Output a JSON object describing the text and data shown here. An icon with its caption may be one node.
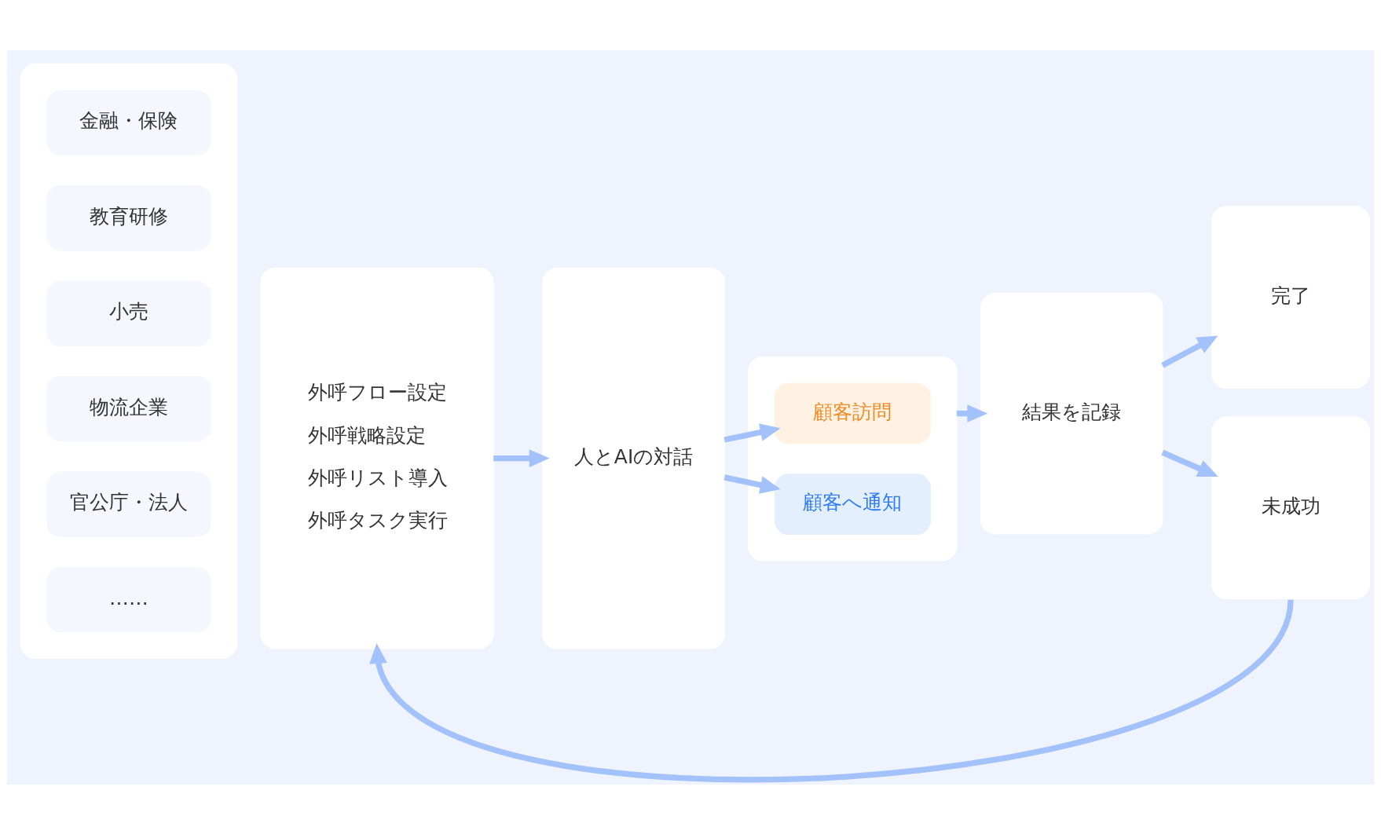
{
  "diagram": {
    "nodes": [
      {
        "text": [],
        "shape": "box"
      },
      {
        "text": [
          "金融・保険"
        ],
        "in": 0
      },
      {
        "text": [
          "教育研修"
        ],
        "in": 0
      },
      {
        "text": [
          "小売"
        ],
        "in": 0
      },
      {
        "text": [
          "物流企業"
        ],
        "in": 0
      },
      {
        "text": [
          "官公庁・法人"
        ],
        "in": 0
      },
      {
        "text": [
          "……"
        ],
        "in": 0
      },
      {
        "text": [
          "外呼フロー設定",
          "外呼戦略設定",
          "外呼リスト導入",
          "外呼タスク実行"
        ]
      },
      {
        "text": [
          "人とAIの対話"
        ]
      },
      {
        "text": [],
        "shape": "box"
      },
      {
        "text": [
          "顧客訪問"
        ],
        "in": 9
      },
      {
        "text": [
          "顧客へ通知"
        ],
        "in": 9
      },
      {
        "text": [
          "結果を記録"
        ]
      },
      {
        "text": [
          "完了"
        ]
      },
      {
        "text": [
          "未成功"
        ]
      }
    ],
    "edges": [
      {
        "from": 7,
        "to": 8,
        "arrow": "to"
      },
      {
        "from": 8,
        "to": 10,
        "arrow": "to"
      },
      {
        "from": 8,
        "to": 11,
        "arrow": "to"
      },
      {
        "from": 9,
        "to": 12,
        "arrow": "to"
      },
      {
        "from": 12,
        "to": 13,
        "arrow": "to"
      },
      {
        "from": 12,
        "to": 14,
        "arrow": "to"
      },
      {
        "from": 14,
        "to": 7,
        "arrow": "to"
      }
    ]
  }
}
